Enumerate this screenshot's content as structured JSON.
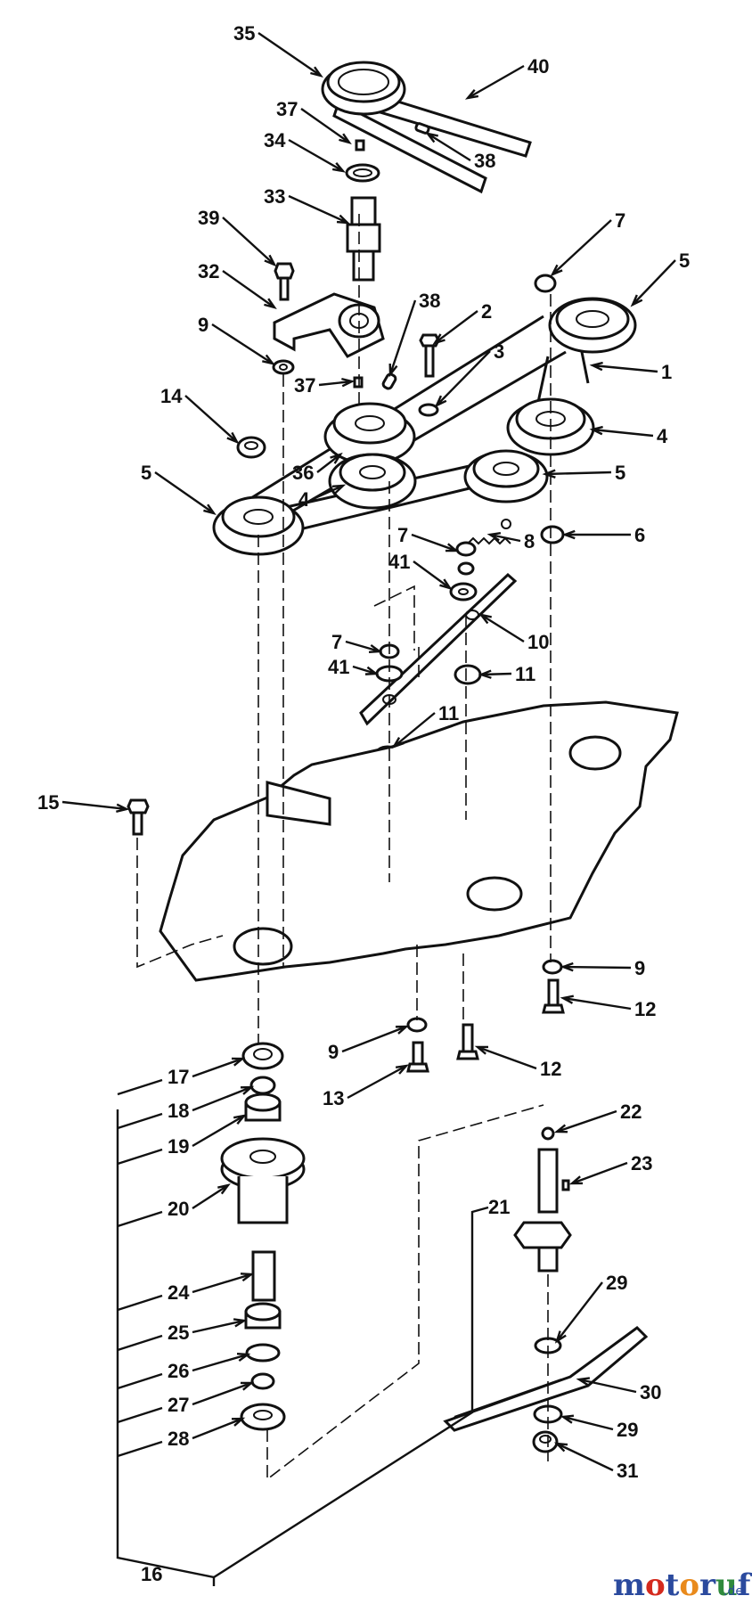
{
  "callouts": [
    {
      "id": "c35",
      "text": "35"
    },
    {
      "id": "c40",
      "text": "40"
    },
    {
      "id": "c37a",
      "text": "37"
    },
    {
      "id": "c38a",
      "text": "38"
    },
    {
      "id": "c34",
      "text": "34"
    },
    {
      "id": "c33",
      "text": "33"
    },
    {
      "id": "c39",
      "text": "39"
    },
    {
      "id": "c32",
      "text": "32"
    },
    {
      "id": "c9a",
      "text": "9"
    },
    {
      "id": "c38b",
      "text": "38"
    },
    {
      "id": "c2",
      "text": "2"
    },
    {
      "id": "c3",
      "text": "3"
    },
    {
      "id": "c7a",
      "text": "7"
    },
    {
      "id": "c5a",
      "text": "5"
    },
    {
      "id": "c1",
      "text": "1"
    },
    {
      "id": "c14",
      "text": "14"
    },
    {
      "id": "c37b",
      "text": "37"
    },
    {
      "id": "c4a",
      "text": "4"
    },
    {
      "id": "c36",
      "text": "36"
    },
    {
      "id": "c4b",
      "text": "4"
    },
    {
      "id": "c5b",
      "text": "5"
    },
    {
      "id": "c5c",
      "text": "5"
    },
    {
      "id": "c6",
      "text": "6"
    },
    {
      "id": "c7b",
      "text": "7"
    },
    {
      "id": "c8",
      "text": "8"
    },
    {
      "id": "c41a",
      "text": "41"
    },
    {
      "id": "c10",
      "text": "10"
    },
    {
      "id": "c7c",
      "text": "7"
    },
    {
      "id": "c41b",
      "text": "41"
    },
    {
      "id": "c11a",
      "text": "11"
    },
    {
      "id": "c11b",
      "text": "11"
    },
    {
      "id": "c15",
      "text": "15"
    },
    {
      "id": "c9b",
      "text": "9"
    },
    {
      "id": "c12a",
      "text": "12"
    },
    {
      "id": "c9c",
      "text": "9"
    },
    {
      "id": "c12b",
      "text": "12"
    },
    {
      "id": "c13",
      "text": "13"
    },
    {
      "id": "c17",
      "text": "17"
    },
    {
      "id": "c18",
      "text": "18"
    },
    {
      "id": "c19",
      "text": "19"
    },
    {
      "id": "c20",
      "text": "20"
    },
    {
      "id": "c24",
      "text": "24"
    },
    {
      "id": "c25",
      "text": "25"
    },
    {
      "id": "c26",
      "text": "26"
    },
    {
      "id": "c27",
      "text": "27"
    },
    {
      "id": "c28",
      "text": "28"
    },
    {
      "id": "c16",
      "text": "16"
    },
    {
      "id": "c22",
      "text": "22"
    },
    {
      "id": "c23",
      "text": "23"
    },
    {
      "id": "c21",
      "text": "21"
    },
    {
      "id": "c29a",
      "text": "29"
    },
    {
      "id": "c30",
      "text": "30"
    },
    {
      "id": "c29b",
      "text": "29"
    },
    {
      "id": "c31",
      "text": "31"
    }
  ],
  "watermark": {
    "brand": "motoruf",
    "tld": ".de"
  },
  "colors": {
    "ink": "#111111",
    "wm_blue": "#2b4a9e",
    "wm_red": "#d42a1e",
    "wm_orange": "#e98a1c",
    "wm_green": "#2f8a3c"
  }
}
